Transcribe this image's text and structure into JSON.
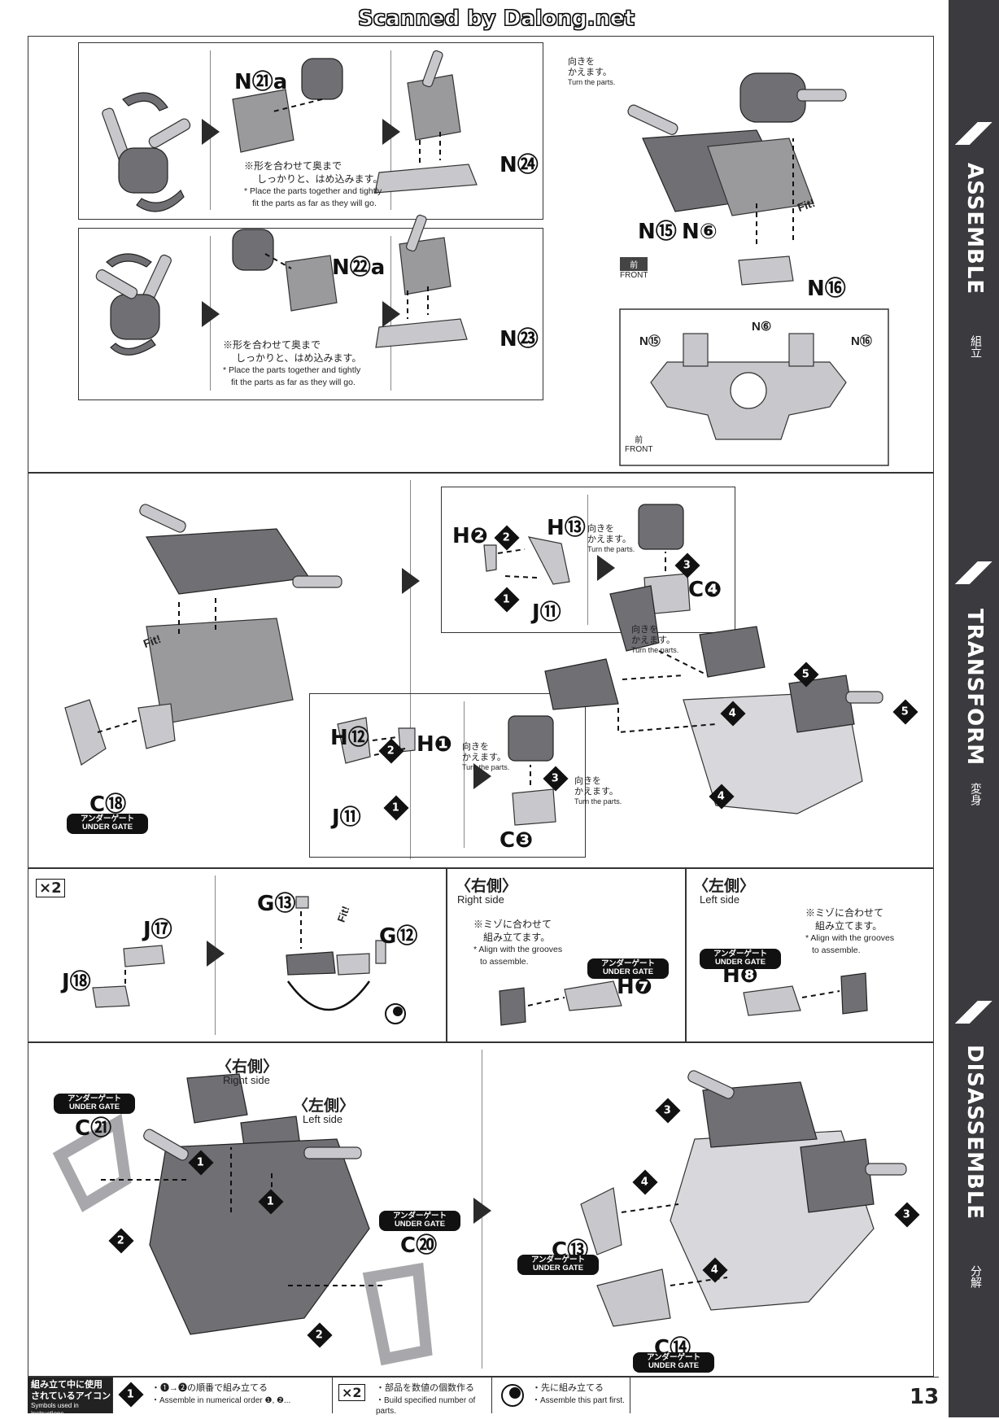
{
  "banner": "Scanned by Dalong.net",
  "page_number": "13",
  "sidebar": {
    "assemble": "ASSEMBLE",
    "assemble_ja": "組立",
    "transform": "TRANSFORM",
    "transform_ja": "変身",
    "disassemble": "DISASSEMBLE",
    "disassemble_ja": "分解"
  },
  "turn_parts": {
    "ja_1": "向きを",
    "ja_2": "かえます。",
    "en": "Turn the parts."
  },
  "fit_note": {
    "ja_1": "※形を合わせて奥まで",
    "ja_2": "しっかりと、はめ込みます。",
    "en_1": "* Place the parts together and tightly",
    "en_2": "fit the parts as far as they will go."
  },
  "groove_note": {
    "ja_1": "※ミゾに合わせて",
    "ja_2": "組み立てます。",
    "en_1": "* Align with the grooves",
    "en_2": "to assemble."
  },
  "fit_label": "Fit!",
  "front_ja": "前",
  "front_en": "FRONT",
  "under_gate_ja": "アンダーゲート",
  "under_gate_en": "UNDER GATE",
  "right_side_ja": "〈右側〉",
  "right_side_en": "Right side",
  "left_side_ja": "〈左側〉",
  "left_side_en": "Left side",
  "x2": "×2",
  "parts": {
    "n21a": "N㉑a",
    "n24": "N㉔",
    "n22a": "N㉒a",
    "n23": "N㉓",
    "n15": "N⑮",
    "n6": "N⑥",
    "n16": "N⑯",
    "h2": "H❷",
    "h13": "H⑬",
    "j11": "J⑪",
    "c4": "C❹",
    "h12": "H⑫",
    "h1": "H❶",
    "c3": "C❸",
    "c18": "C⑱",
    "j17": "J⑰",
    "j18": "J⑱",
    "g13": "G⑬",
    "g12": "G⑫",
    "h7": "H❼",
    "h8": "H❽",
    "c21": "C㉑",
    "c20": "C⑳",
    "c13": "C⑬",
    "c14": "C⑭"
  },
  "steps": [
    "1",
    "2",
    "3",
    "4",
    "5"
  ],
  "legend": {
    "title_ja_1": "組み立て中に使用",
    "title_ja_2": "されているアイコン",
    "title_en": "Symbols used in instructions",
    "numbered_ja": "・❶→❷の順番で組み立てる",
    "numbered_en": "・Assemble in numerical order ❶, ❷...",
    "x2_ja": "・部品を数値の個数作る",
    "x2_en": "・Build specified number of parts.",
    "first_ja": "・先に組み立てる",
    "first_en": "・Assemble this part first."
  }
}
